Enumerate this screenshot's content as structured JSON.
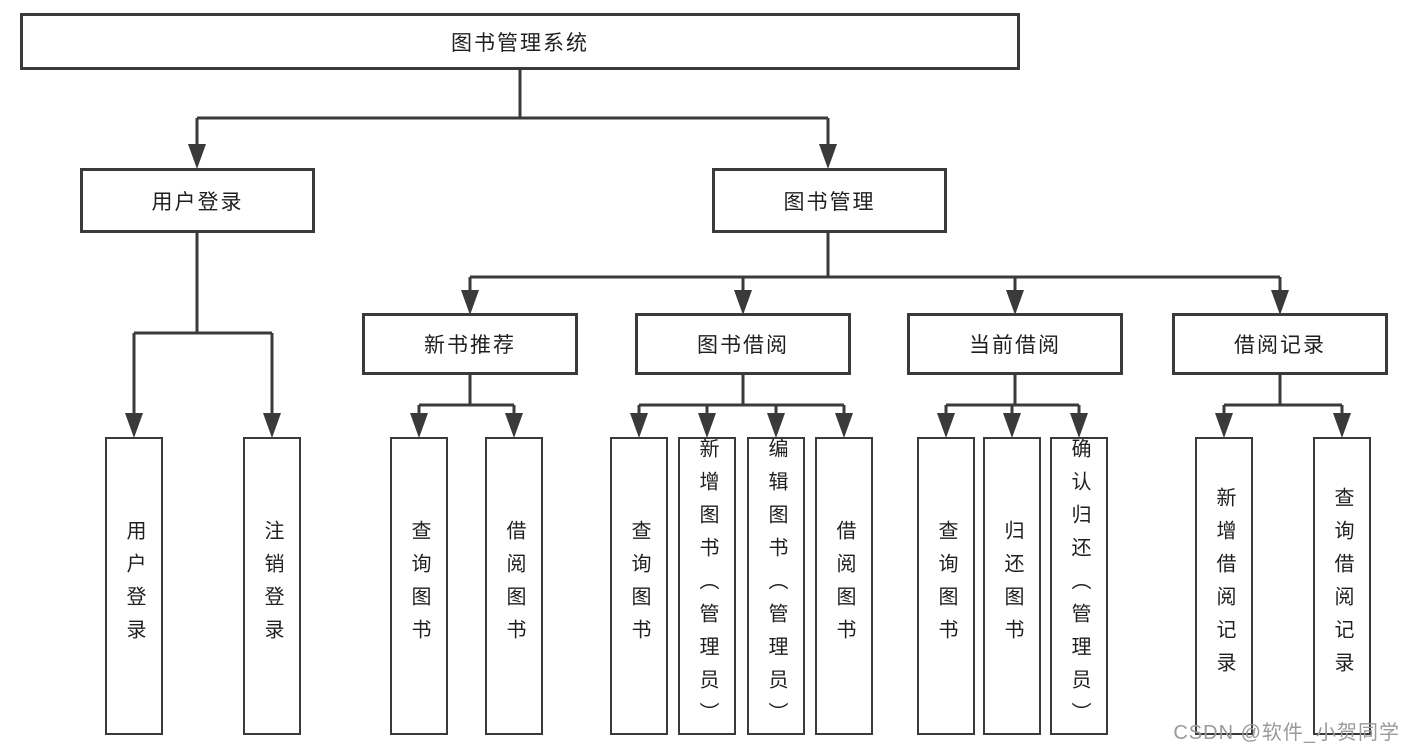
{
  "diagram": {
    "root": {
      "label": "图书管理系统"
    },
    "user_login": {
      "label": "用户登录",
      "children": [
        {
          "label": "用户登录"
        },
        {
          "label": "注销登录"
        }
      ]
    },
    "book_management": {
      "label": "图书管理",
      "sections": [
        {
          "label": "新书推荐",
          "children": [
            {
              "label": "查询图书"
            },
            {
              "label": "借阅图书"
            }
          ]
        },
        {
          "label": "图书借阅",
          "children": [
            {
              "label": "查询图书"
            },
            {
              "label": "新增图书（管理员）"
            },
            {
              "label": "编辑图书（管理员）"
            },
            {
              "label": "借阅图书"
            }
          ]
        },
        {
          "label": "当前借阅",
          "children": [
            {
              "label": "查询图书"
            },
            {
              "label": "归还图书"
            },
            {
              "label": "确认归还（管理员）"
            }
          ]
        },
        {
          "label": "借阅记录",
          "children": [
            {
              "label": "新增借阅记录"
            },
            {
              "label": "查询借阅记录"
            }
          ]
        }
      ]
    }
  },
  "watermark": {
    "text": "CSDN @软件_小贺同学"
  },
  "colors": {
    "line": "#3a3a3a",
    "text": "#1f1f1f",
    "watermark": "#9a9a9a",
    "background": "#ffffff"
  }
}
